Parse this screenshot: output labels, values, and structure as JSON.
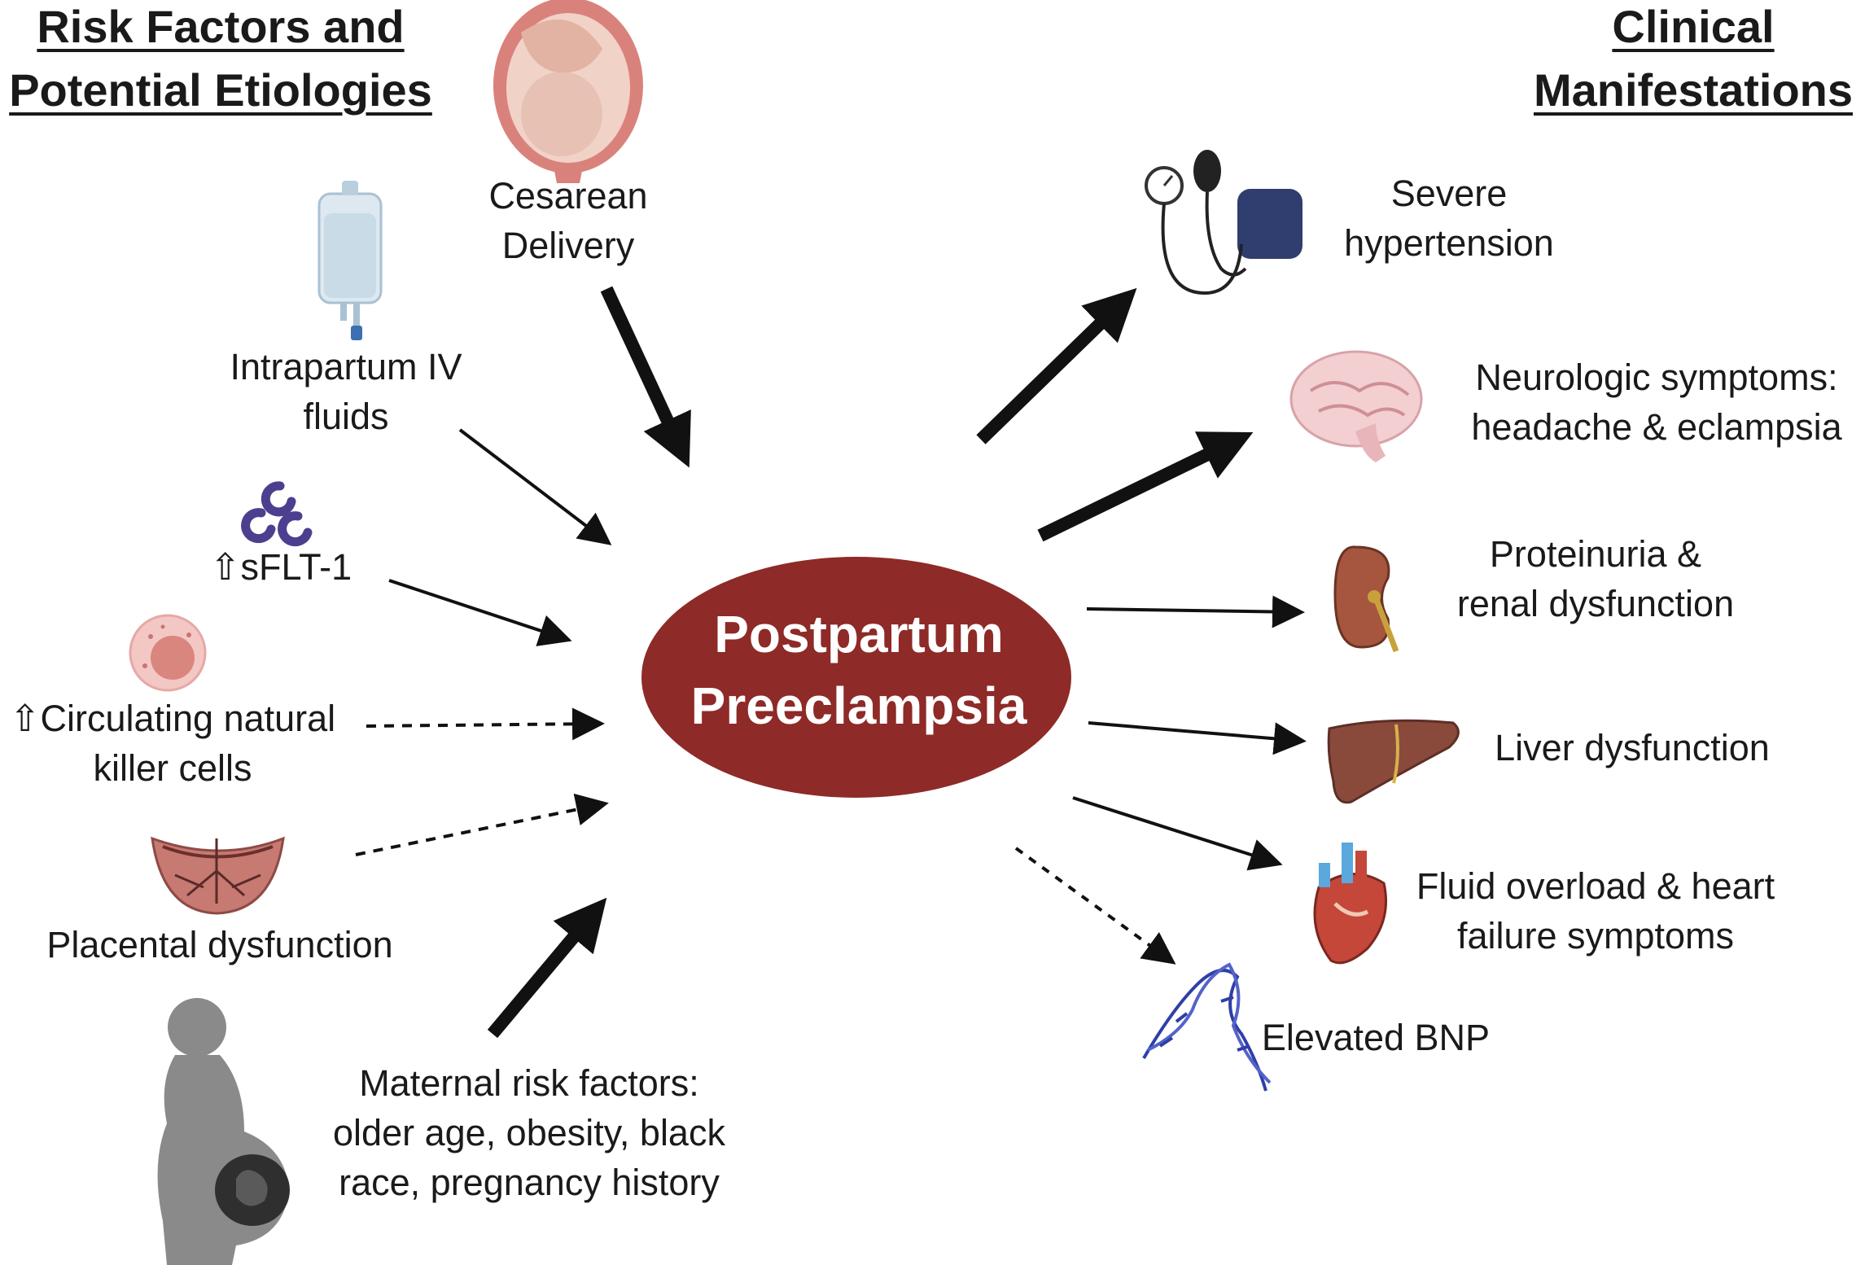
{
  "headings": {
    "left": [
      "Risk Factors and",
      "Potential Etiologies"
    ],
    "right": [
      "Clinical",
      "Manifestations"
    ]
  },
  "center": [
    "Postpartum",
    "Preeclampsia"
  ],
  "risk_factors": {
    "cesarean": [
      "Cesarean",
      "Delivery"
    ],
    "iv_fluids": [
      "Intrapartum IV",
      "fluids"
    ],
    "sflt": [
      "⇧sFLT-1"
    ],
    "nk_cells": [
      "⇧Circulating natural",
      "killer cells"
    ],
    "placental": [
      "Placental dysfunction"
    ],
    "maternal": [
      "Maternal risk factors:",
      "older age, obesity, black",
      "race, pregnancy history"
    ]
  },
  "manifestations": {
    "hypertension": [
      "Severe",
      "hypertension"
    ],
    "neuro": [
      "Neurologic symptoms:",
      "headache & eclampsia"
    ],
    "renal": [
      "Proteinuria &",
      "renal dysfunction"
    ],
    "liver": [
      "Liver dysfunction"
    ],
    "heart": [
      "Fluid overload & heart",
      "failure symptoms"
    ],
    "bnp": [
      "Elevated BNP"
    ]
  },
  "colors": {
    "ellipse": "#8e2a27",
    "arrow": "#111111",
    "icon_blue": "#2f3e6e",
    "organ_red": "#b64a3c",
    "silhouette": "#8a8a8a"
  }
}
